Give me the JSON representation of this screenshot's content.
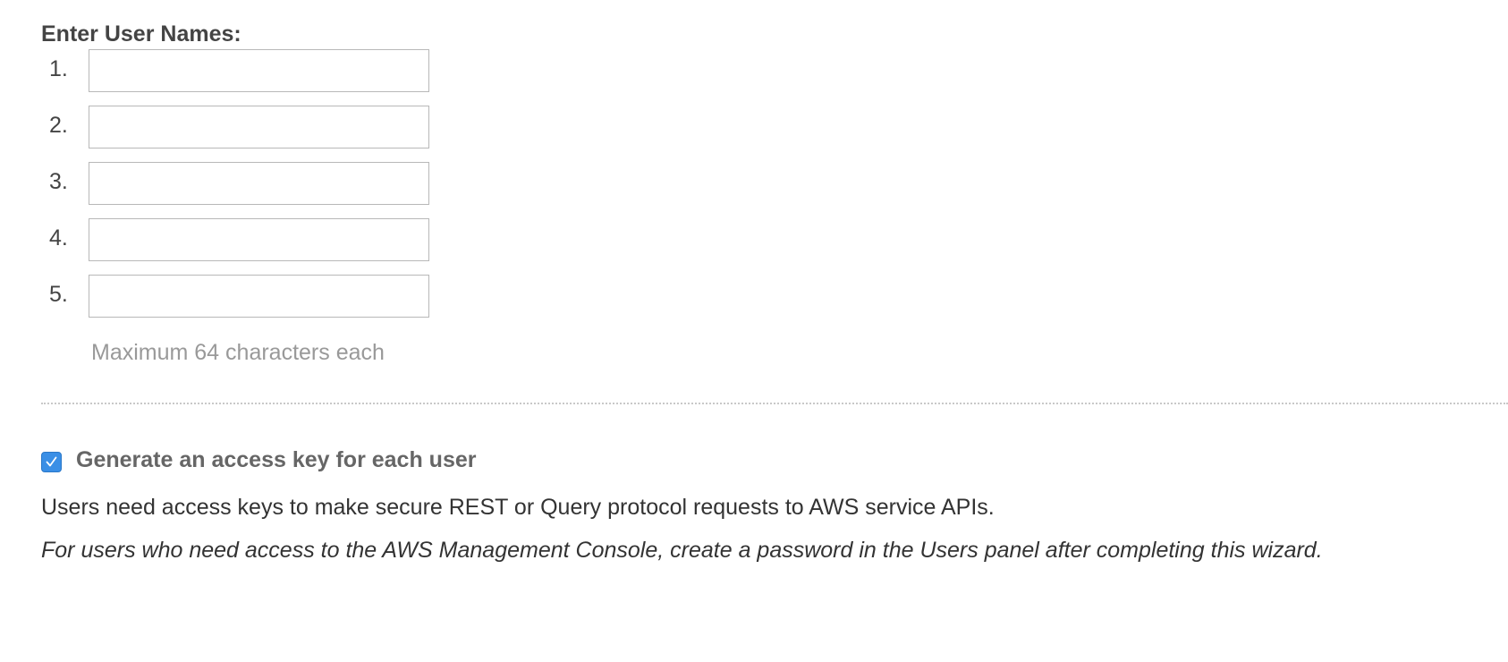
{
  "user_names": {
    "heading": "Enter User Names:",
    "rows": [
      {
        "number": "1.",
        "value": "",
        "placeholder": ""
      },
      {
        "number": "2.",
        "value": "",
        "placeholder": ""
      },
      {
        "number": "3.",
        "value": "",
        "placeholder": ""
      },
      {
        "number": "4.",
        "value": "",
        "placeholder": ""
      },
      {
        "number": "5.",
        "value": "",
        "placeholder": ""
      }
    ],
    "hint": "Maximum 64 characters each"
  },
  "access_key": {
    "label": "Generate an access key for each user",
    "checked": true,
    "checkbox_color": "#3a8fe6",
    "check_icon": "checkmark-icon",
    "description": "Users need access keys to make secure REST or Query protocol requests to AWS service APIs.",
    "note": "For users who need access to the AWS Management Console, create a password in the Users panel after completing this wizard."
  }
}
